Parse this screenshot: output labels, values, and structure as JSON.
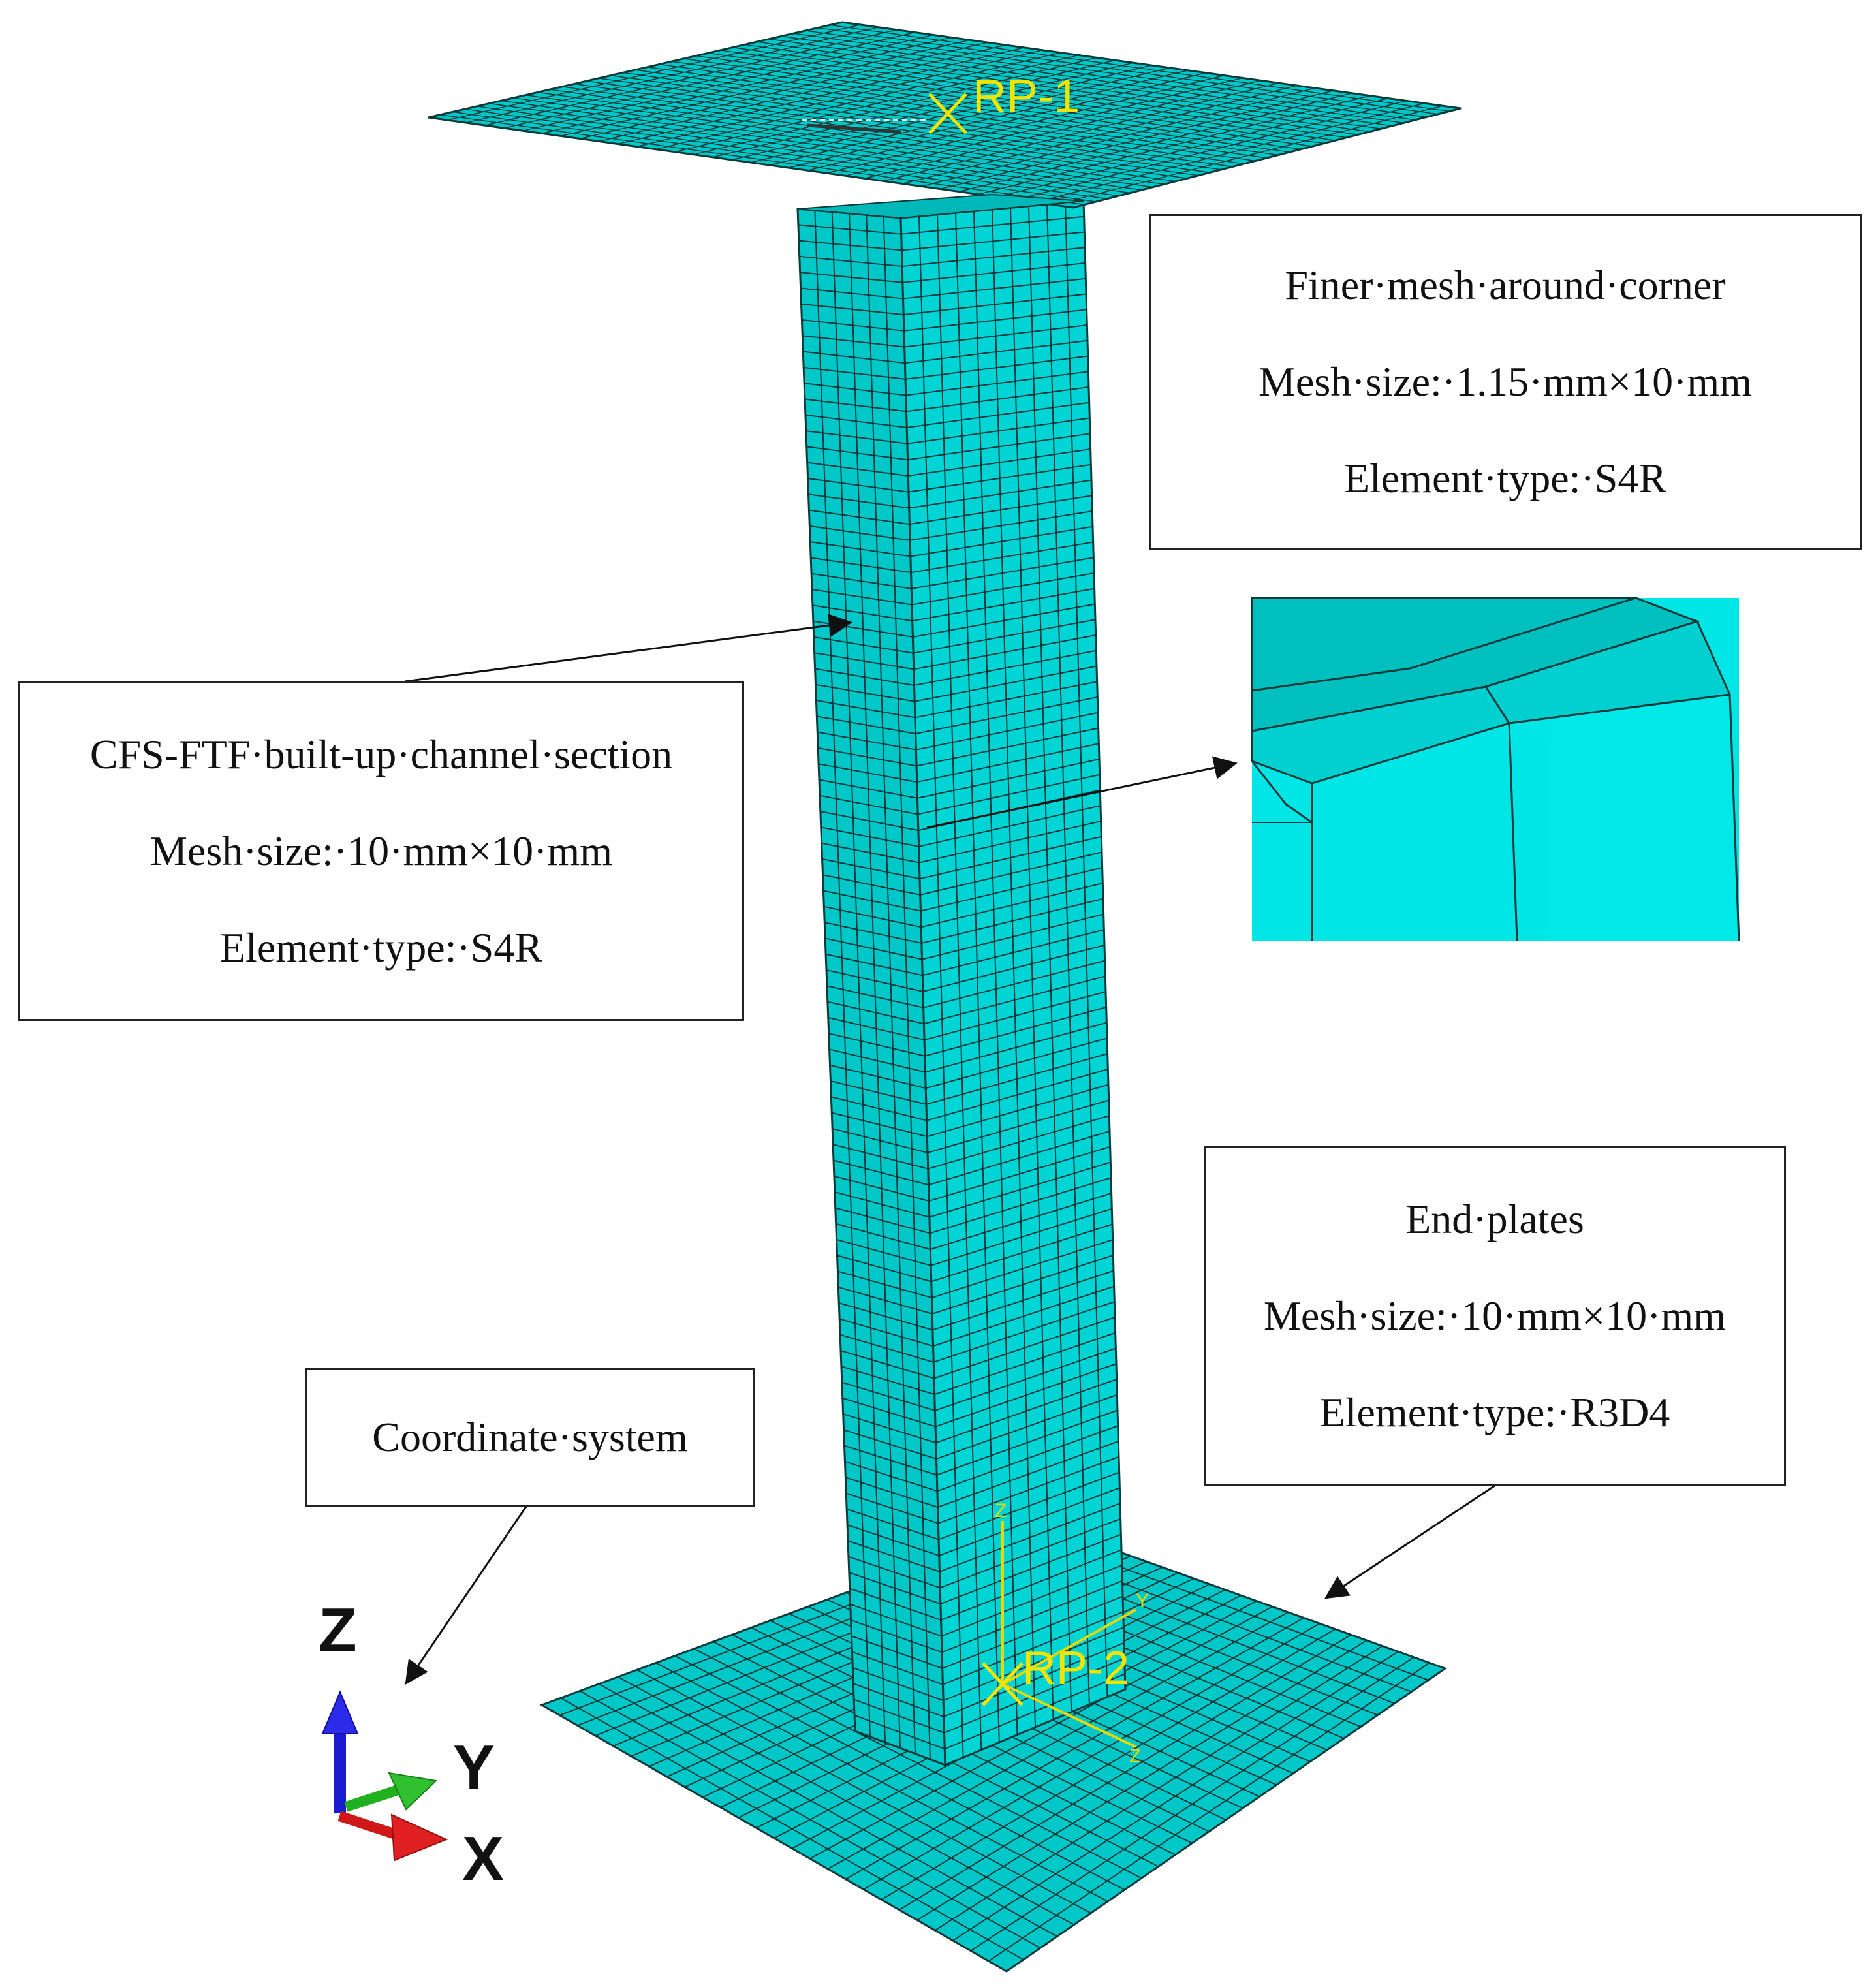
{
  "callouts": {
    "mesh_corner": {
      "title": "Finer·mesh·around·corner",
      "mesh_size": "Mesh·size:·1.15·mm×10·mm",
      "element_type": "Element·type:·S4R"
    },
    "channel_section": {
      "title": "CFS-FTF·built-up·channel·section",
      "mesh_size": "Mesh·size:·10·mm×10·mm",
      "element_type": "Element·type:·S4R"
    },
    "end_plates": {
      "title": "End·plates",
      "mesh_size": "Mesh·size:·10·mm×10·mm",
      "element_type": "Element·type:·R3D4"
    },
    "coordinate_system": {
      "title": "Coordinate·system"
    }
  },
  "reference_points": {
    "top": "RP-1",
    "bottom": "RP-2"
  },
  "triad": {
    "z": "Z",
    "y": "Y",
    "x": "X"
  },
  "local_axes": {
    "z": "Z",
    "y": "Y",
    "x": "Z"
  },
  "colors": {
    "mesh_fill": "#00c8c8",
    "mesh_fill_light": "#00e5e5",
    "mesh_line": "#0a3a3a",
    "reference_point": "#f2e400",
    "axis_z": "#1a1ad0",
    "axis_y": "#20b020",
    "axis_x": "#d01818"
  }
}
